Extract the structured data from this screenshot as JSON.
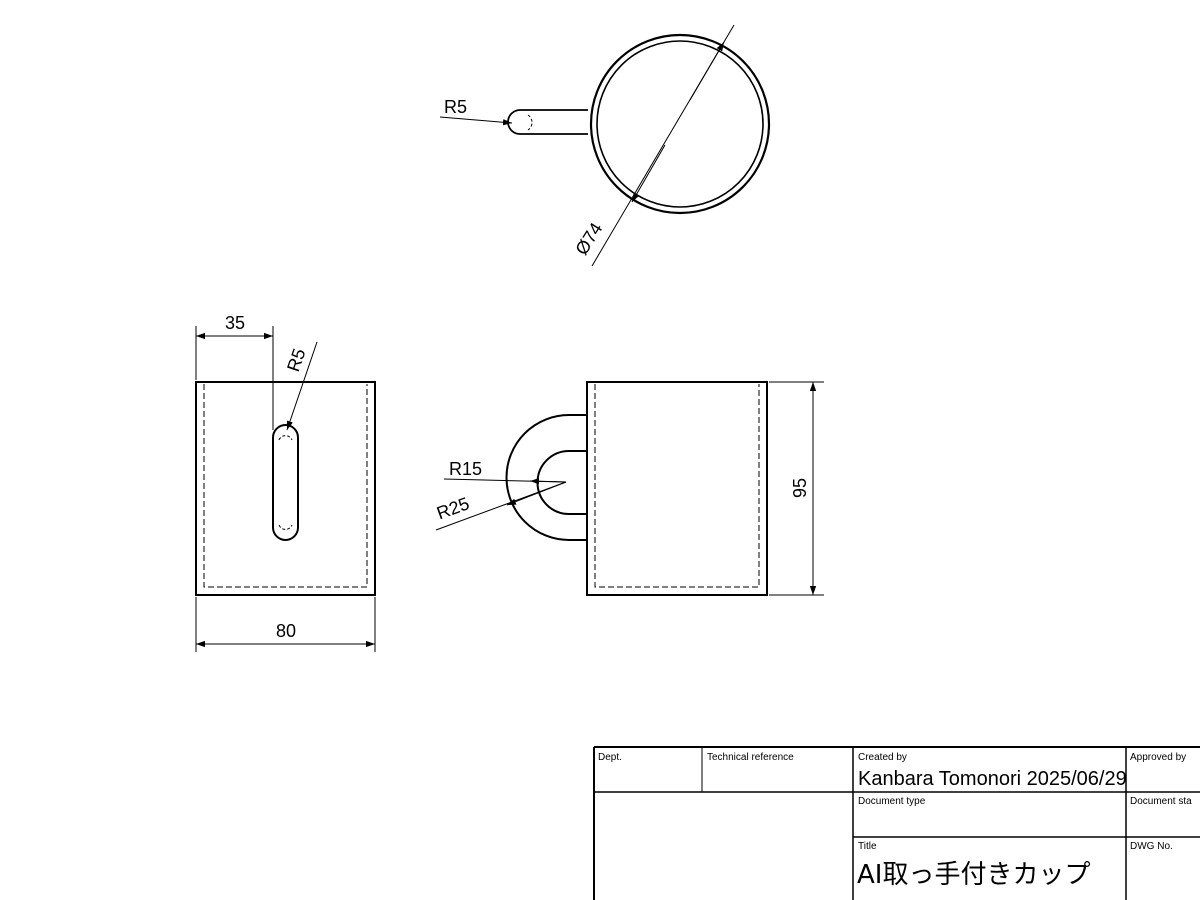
{
  "dimensions": {
    "top_handle_radius": "R5",
    "top_diameter": "Ø74",
    "left_width": "80",
    "left_offset": "35",
    "left_handle_radius": "R5",
    "inner_radius": "R15",
    "outer_radius": "R25",
    "height": "95"
  },
  "title_block": {
    "dept_label": "Dept.",
    "tech_ref_label": "Technical reference",
    "created_by_label": "Created by",
    "created_by_value": "Kanbara Tomonori 2025/06/29",
    "approved_by_label": "Approved by",
    "doc_type_label": "Document type",
    "doc_status_label": "Document sta",
    "title_label": "Title",
    "title_value": "AI取っ手付きカップ",
    "dwg_no_label": "DWG No."
  }
}
